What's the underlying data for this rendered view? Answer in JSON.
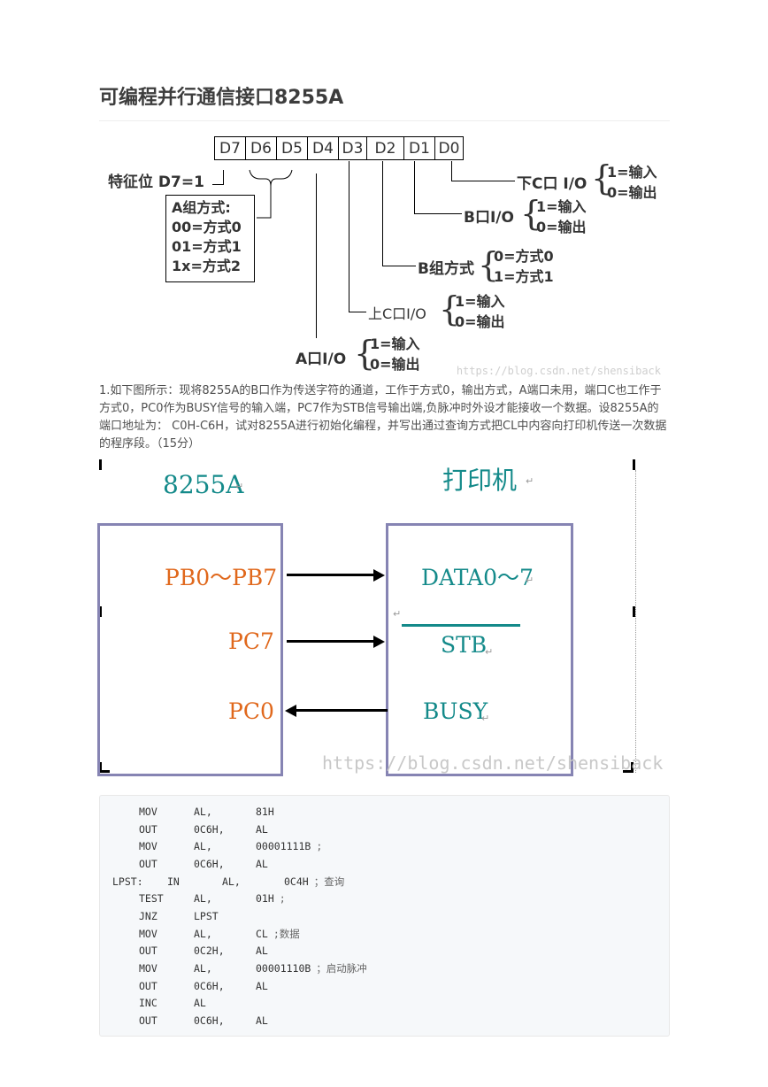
{
  "page": {
    "title": "可编程并行通信接口8255A"
  },
  "figure1": {
    "bits": [
      "D7",
      "D6",
      "D5",
      "D4",
      "D3",
      "D2",
      "D1",
      "D0"
    ],
    "feature_label": "特征位 D7=1",
    "a_group": {
      "title": "A组方式:",
      "lines": [
        "00=方式0",
        "01=方式1",
        "1x=方式2"
      ]
    },
    "lower_c": {
      "label": "下C口 I/O",
      "choices": [
        "1=输入",
        "0=输出"
      ]
    },
    "port_b": {
      "label": "B口I/O",
      "choices": [
        "1=输入",
        "0=输出"
      ]
    },
    "b_group": {
      "label": "B组方式",
      "choices": [
        "0=方式0",
        "1=方式1"
      ]
    },
    "upper_c": {
      "label": "上C口I/O",
      "choices": [
        "1=输入",
        "0=输出"
      ]
    },
    "port_a": {
      "label": "A口I/O",
      "choices": [
        "1=输入",
        "0=输出"
      ]
    },
    "watermark": "https://blog.csdn.net/shensiback"
  },
  "question": {
    "text": "1.如下图所示：现将8255A的B口作为传送字符的通道，工作于方式0，输出方式，A端口未用，端口C也工作于方式0，PC0作为BUSY信号的输入端，PC7作为STB信号输出端,负脉冲时外设才能接收一个数据。设8255A的端口地址为： C0H-C6H，试对8255A进行初始化编程，并写出通过查询方式把CL中内容向打印机传送一次数据的程序段。（15分）"
  },
  "figure2": {
    "left_title": "8255A",
    "right_title": "打印机",
    "left_signals": [
      "PB0～PB7",
      "PC7",
      "PC0"
    ],
    "right_signals": [
      "DATA0～7",
      "STB",
      "BUSY"
    ],
    "paragraph_mark": "↵",
    "watermark": "https://blog.csdn.net/shensiback"
  },
  "code": [
    {
      "label": "",
      "op": "MOV",
      "a1": "AL,",
      "a2": "81H",
      "comment": ""
    },
    {
      "label": "",
      "op": "OUT",
      "a1": "0C6H,",
      "a2": "AL",
      "comment": ""
    },
    {
      "label": "",
      "op": "MOV",
      "a1": "AL,",
      "a2": "00001111B",
      "comment": ";"
    },
    {
      "label": "",
      "op": "OUT",
      "a1": "0C6H,",
      "a2": "AL",
      "comment": ""
    },
    {
      "label": "LPST:",
      "op": "IN",
      "a1": "AL,",
      "a2": "0C4H",
      "comment": "；查询"
    },
    {
      "label": "",
      "op": "TEST",
      "a1": "AL,",
      "a2": "01H",
      "comment": ";"
    },
    {
      "label": "",
      "op": "JNZ",
      "a1": "LPST",
      "a2": "",
      "comment": ""
    },
    {
      "label": "",
      "op": "MOV",
      "a1": "AL,",
      "a2": "CL",
      "comment": ";数据"
    },
    {
      "label": "",
      "op": "OUT",
      "a1": "0C2H,",
      "a2": "AL",
      "comment": ""
    },
    {
      "label": "",
      "op": "MOV",
      "a1": "AL,",
      "a2": "00001110B",
      "comment": "；启动脉冲"
    },
    {
      "label": "",
      "op": "OUT",
      "a1": "0C6H,",
      "a2": "AL",
      "comment": ""
    },
    {
      "label": "",
      "op": "INC",
      "a1": "AL",
      "a2": "",
      "comment": ""
    },
    {
      "label": "",
      "op": "OUT",
      "a1": "0C6H,",
      "a2": "AL",
      "comment": ""
    }
  ]
}
